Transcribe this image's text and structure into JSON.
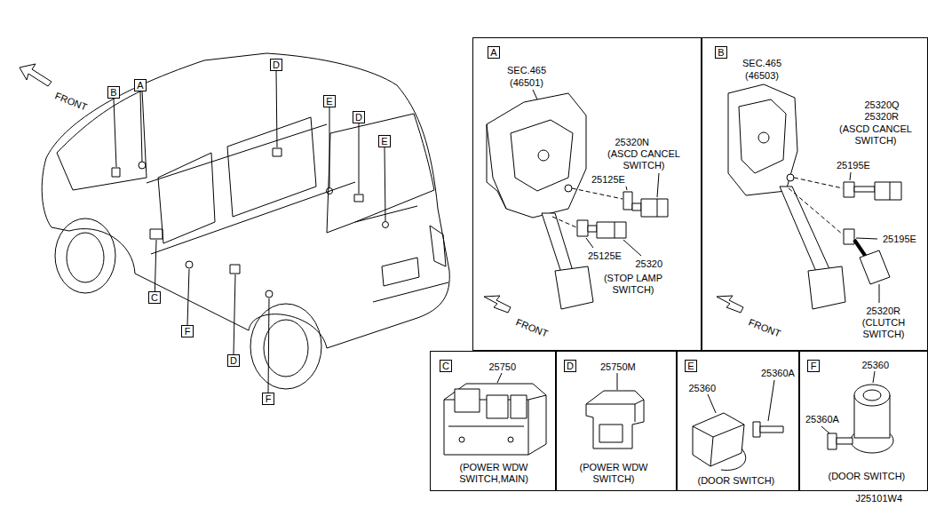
{
  "diagram": {
    "nodes": [
      {
        "text": [
          "B"
        ]
      },
      {
        "text": [
          "A"
        ]
      },
      {
        "text": [
          "D"
        ]
      },
      {
        "text": [
          "E"
        ]
      },
      {
        "text": [
          "D"
        ]
      },
      {
        "text": [
          "E"
        ]
      },
      {
        "text": [
          "C"
        ]
      },
      {
        "text": [
          "F"
        ]
      },
      {
        "text": [
          "D"
        ]
      },
      {
        "text": [
          "F"
        ]
      },
      {
        "text": [
          "SEC.465",
          "(46501)",
          "25320N",
          "(ASCD CANCEL SWITCH)",
          "25125E",
          "25125E",
          "25320",
          "(STOP LAMP SWITCH)",
          "FRONT"
        ]
      },
      {
        "text": [
          "A"
        ],
        "in": 10
      },
      {
        "text": [
          "SEC.465",
          "(46503)",
          "25320Q",
          "25320R",
          "(ASCD CANCEL SWITCH)",
          "25195E",
          "25195E",
          "25320R",
          "(CLUTCH SWITCH)",
          "FRONT"
        ]
      },
      {
        "text": [
          "B"
        ],
        "in": 12
      },
      {
        "text": [
          "25750",
          "(POWER WDW SWITCH,MAIN)"
        ]
      },
      {
        "text": [
          "C"
        ],
        "in": 14
      },
      {
        "text": [
          "25750M",
          "(POWER WDW SWITCH)"
        ]
      },
      {
        "text": [
          "D"
        ],
        "in": 16
      },
      {
        "text": [
          "25360",
          "25360A",
          "(DOOR SWITCH)"
        ]
      },
      {
        "text": [
          "E"
        ],
        "in": 18
      },
      {
        "text": [
          "25360",
          "25360A",
          "(DOOR SWITCH)"
        ]
      },
      {
        "text": [
          "F"
        ],
        "in": 20
      }
    ],
    "labels": [
      "FRONT",
      "J25101W4"
    ]
  }
}
